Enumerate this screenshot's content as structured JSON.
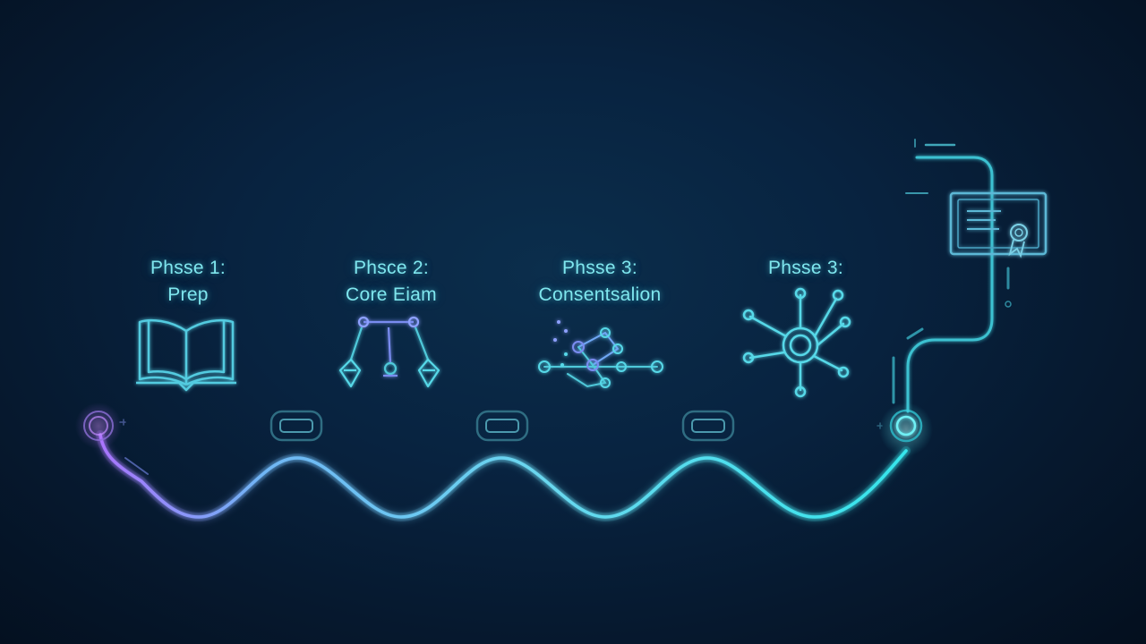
{
  "phases": [
    {
      "title": "Phsse 1:",
      "subtitle": "Prep",
      "icon": "open-book-icon"
    },
    {
      "title": "Phsce 2:",
      "subtitle": "Core Eiam",
      "icon": "balance-scale-icon"
    },
    {
      "title": "Phsse 3:",
      "subtitle": "Consentsalion",
      "icon": "node-cluster-icon"
    },
    {
      "title": "Phsse 3:",
      "subtitle": "",
      "icon": "hub-network-icon"
    }
  ],
  "end_icon": "certificate-icon",
  "colors": {
    "path_start": "#b06cff",
    "path_end": "#35e6ec",
    "label": "#7fe6ee",
    "icon": "#5fd3e6",
    "icon_alt": "#7a8cf0"
  }
}
